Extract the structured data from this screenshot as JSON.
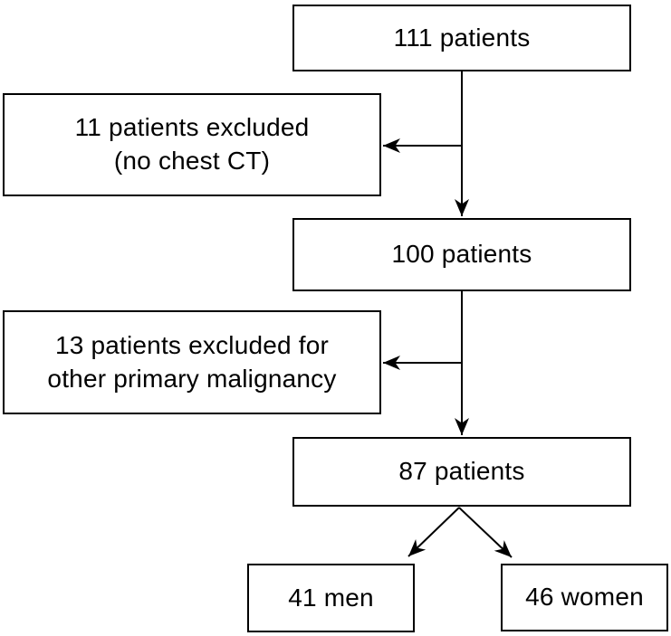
{
  "flowchart": {
    "description": "Patient inclusion and exclusion flow diagram",
    "colors": {
      "background": "#ffffff",
      "box_background": "#ffffff",
      "box_border": "#000000",
      "text": "#000000",
      "arrow": "#000000"
    },
    "nodes": {
      "total": {
        "label": "111 patients"
      },
      "excluded_no_ct": {
        "line1": "11 patients excluded",
        "line2": "(no chest CT)"
      },
      "with_ct": {
        "label": "100 patients"
      },
      "excluded_malignancy": {
        "line1": "13 patients excluded for",
        "line2": "other primary malignancy"
      },
      "final_cohort": {
        "label": "87 patients"
      },
      "men": {
        "label": "41 men"
      },
      "women": {
        "label": "46 women"
      }
    },
    "edges": [
      {
        "from": "total",
        "to": "with_ct",
        "style": "vertical-arrow"
      },
      {
        "from": "total",
        "to": "excluded_no_ct",
        "style": "left-branch-arrow"
      },
      {
        "from": "with_ct",
        "to": "final_cohort",
        "style": "vertical-arrow"
      },
      {
        "from": "with_ct",
        "to": "excluded_malignancy",
        "style": "left-branch-arrow"
      },
      {
        "from": "final_cohort",
        "to": "men",
        "style": "diagonal-arrow"
      },
      {
        "from": "final_cohort",
        "to": "women",
        "style": "diagonal-arrow"
      }
    ]
  }
}
